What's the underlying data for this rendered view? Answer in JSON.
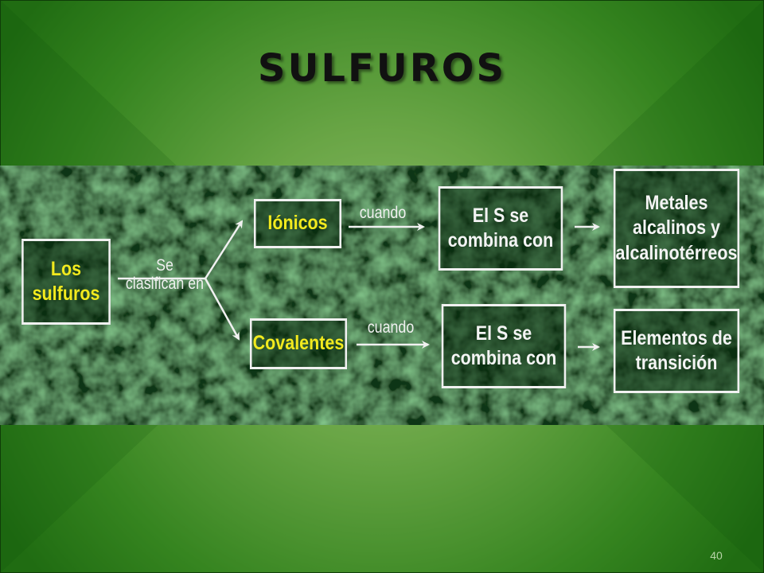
{
  "slide": {
    "title": "SULFUROS",
    "page_number": "40"
  },
  "diagram": {
    "root": {
      "lines": [
        "Los",
        "sulfuros"
      ]
    },
    "root_edge_label": [
      "Se",
      "clasifican en"
    ],
    "branches": [
      {
        "type_label": "Iónicos",
        "edge_label": "cuando",
        "condition": [
          "El S se",
          "combina con"
        ],
        "target": [
          "Metales",
          "alcalinos y",
          "alcalinotérreos"
        ]
      },
      {
        "type_label": "Covalentes",
        "edge_label": "cuando",
        "condition": [
          "El S se",
          "combina con"
        ],
        "target": [
          "Elementos de",
          "transición"
        ]
      }
    ]
  },
  "colors": {
    "background_green": "#1e6b12",
    "center_light": "#b9d68e",
    "panel_green": "#123d17",
    "type_text_yellow": "#f2ea1e",
    "box_border": "#f1f1f1"
  }
}
